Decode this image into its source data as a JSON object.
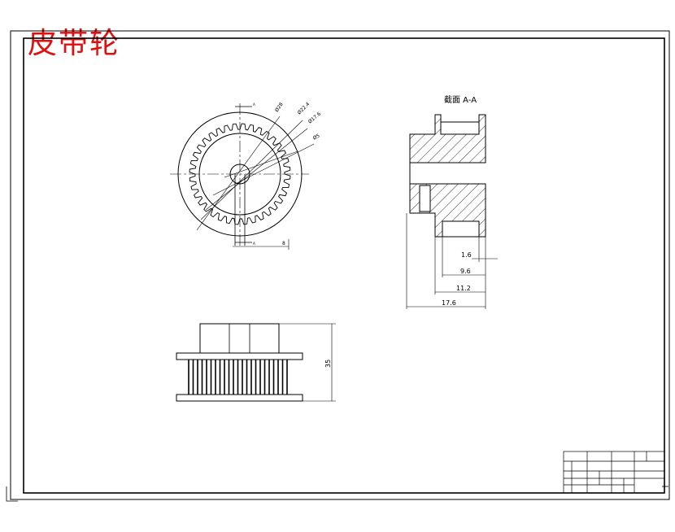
{
  "title": "皮带轮",
  "section": {
    "label": "截面 A-A",
    "marker": "A"
  },
  "front_view": {
    "dims": [
      "Ø28",
      "Ø22.4",
      "Ø17.6",
      "Ø5"
    ],
    "bottom_dim": "8"
  },
  "section_view": {
    "dims": [
      "1.6",
      "9.6",
      "11.2",
      "17.6"
    ]
  },
  "bottom_view": {
    "height_dim": "35"
  },
  "colors": {
    "title": "#e01010",
    "line": "#000000",
    "paper": "#ffffff"
  }
}
